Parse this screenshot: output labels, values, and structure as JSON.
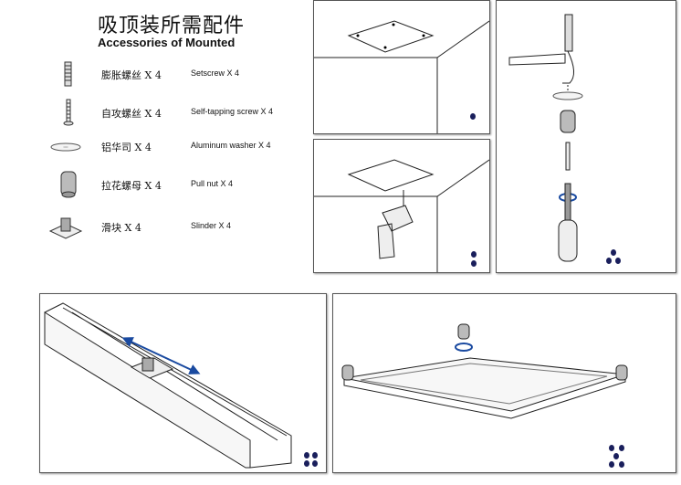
{
  "title_cn": "吸顶装所需配件",
  "title_en": "Accessories of Mounted",
  "parts": [
    {
      "icon": "setscrew-icon",
      "cn": "膨胀螺丝 X 4",
      "en": "Setscrew  X 4"
    },
    {
      "icon": "self-tapping-screw-icon",
      "cn": "自攻螺丝 X 4",
      "en": "Self-tapping screw   X  4"
    },
    {
      "icon": "aluminum-washer-icon",
      "cn": "铝华司 X 4",
      "en": "Aluminum washer  X 4"
    },
    {
      "icon": "pull-nut-icon",
      "cn": "拉花螺母 X 4",
      "en": "Pull nut  X 4"
    },
    {
      "icon": "slider-icon",
      "cn": "滑块 X 4",
      "en": "Slinder  X 4"
    }
  ],
  "steps": [
    {
      "step": 1,
      "scene": "mark-ceiling-holes"
    },
    {
      "step": 2,
      "scene": "drill-ceiling"
    },
    {
      "step": 3,
      "scene": "assemble-screw-washer-nut"
    },
    {
      "step": 4,
      "scene": "slide-slider-in-frame"
    },
    {
      "step": 5,
      "scene": "mount-panel-to-ceiling"
    }
  ],
  "colors": {
    "step_dot": "#1a1f5c",
    "border": "#555555"
  }
}
